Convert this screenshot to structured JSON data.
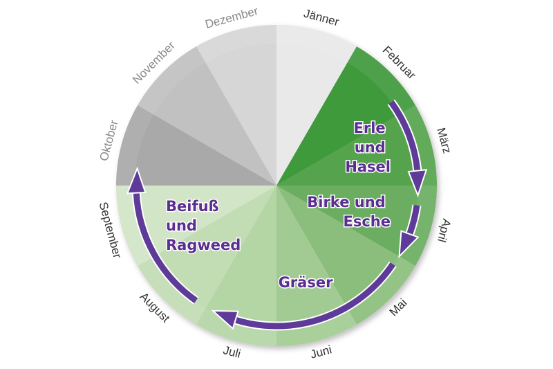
{
  "months": [
    {
      "name": "Jänner",
      "color": "#e9e9e9",
      "text_color": "#333333"
    },
    {
      "name": "Februar",
      "color": "#3f9a3c",
      "text_color": "#333333"
    },
    {
      "name": "März",
      "color": "#55a44d",
      "text_color": "#333333"
    },
    {
      "name": "April",
      "color": "#6bae61",
      "text_color": "#333333"
    },
    {
      "name": "Mai",
      "color": "#8bbe7c",
      "text_color": "#333333"
    },
    {
      "name": "Juni",
      "color": "#a2cb93",
      "text_color": "#333333"
    },
    {
      "name": "Juli",
      "color": "#b4d5a4",
      "text_color": "#333333"
    },
    {
      "name": "August",
      "color": "#c2dcb4",
      "text_color": "#333333"
    },
    {
      "name": "September",
      "color": "#d2e5c7",
      "text_color": "#333333"
    },
    {
      "name": "Oktober",
      "color": "#a9a9a9",
      "text_color": "#888888"
    },
    {
      "name": "November",
      "color": "#c1c1c1",
      "text_color": "#888888"
    },
    {
      "name": "Dezember",
      "color": "#d6d6d6",
      "text_color": "#888888"
    }
  ],
  "pollen": {
    "erle_hasel": [
      "Erle",
      "und",
      "Hasel"
    ],
    "birke_esche": [
      "Birke und",
      "Esche"
    ],
    "graeser": [
      "Gräser"
    ],
    "beifuss_ragweed": [
      "Beifuß",
      "und",
      "Ragweed"
    ]
  },
  "arrow_color": "#5e3b98"
}
